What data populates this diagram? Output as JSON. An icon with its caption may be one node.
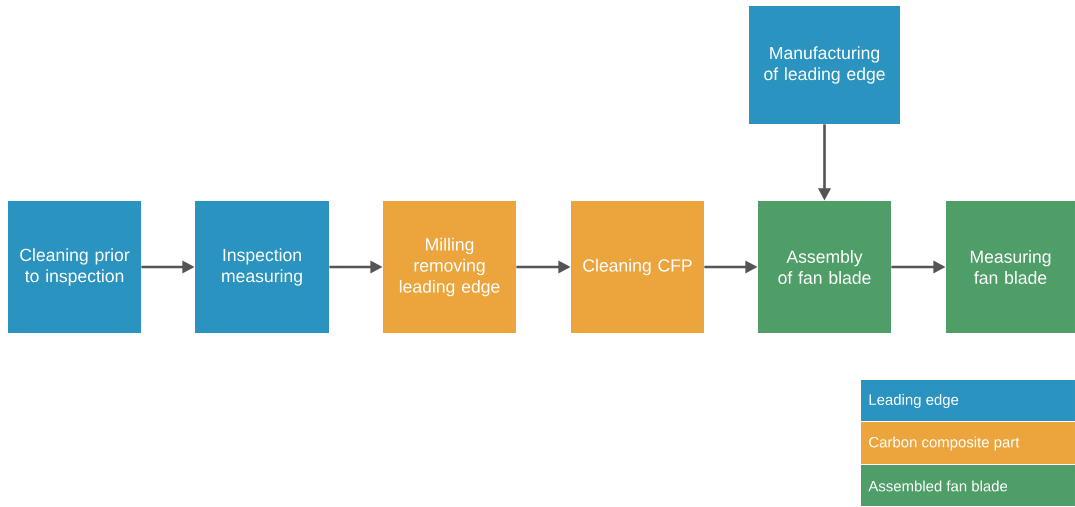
{
  "diagram": {
    "nodes": [
      {
        "text": [
          "Cleaning prior to inspection"
        ]
      },
      {
        "text": [
          "Inspection measuring"
        ]
      },
      {
        "text": [
          "Milling removing leading edge"
        ]
      },
      {
        "text": [
          "Cleaning CFP"
        ]
      },
      {
        "text": [
          "Assembly of fan blade"
        ]
      },
      {
        "text": [
          "Measuring fan blade"
        ]
      },
      {
        "text": [
          "Manufacturing of leading edge"
        ]
      }
    ],
    "edges": [
      {
        "from": 0,
        "to": 1,
        "arrow": "to"
      },
      {
        "from": 1,
        "to": 2,
        "arrow": "to"
      },
      {
        "from": 2,
        "to": 3,
        "arrow": "to"
      },
      {
        "from": 3,
        "to": 4,
        "arrow": "to"
      },
      {
        "from": 4,
        "to": 5,
        "arrow": "to"
      },
      {
        "from": 6,
        "to": 4,
        "arrow": "to"
      }
    ],
    "legend": [
      {
        "text": "Leading edge",
        "color": "#2a93bf"
      },
      {
        "text": "Carbon composite part",
        "color": "#eba53c"
      },
      {
        "text": "Assembled fan blade",
        "color": "#4f9e68"
      }
    ]
  }
}
